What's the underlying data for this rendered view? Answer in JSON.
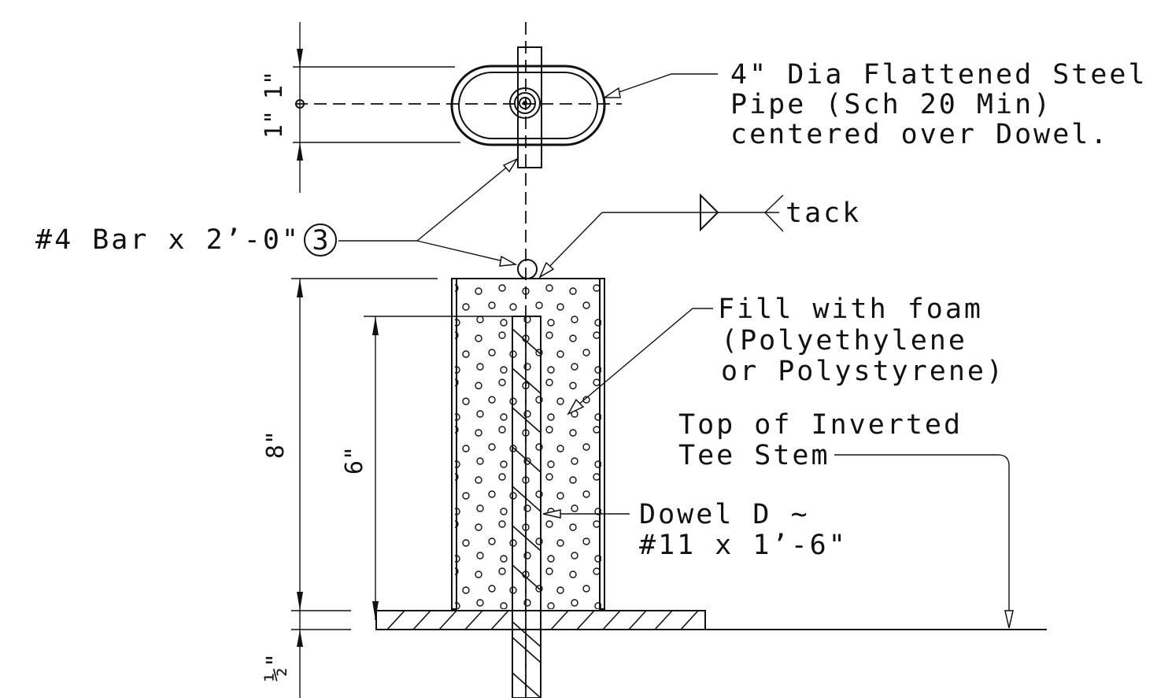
{
  "labels": {
    "pipe_line1": "4\" Dia Flattened Steel",
    "pipe_line2": "Pipe (Sch 20 Min)",
    "pipe_line3": "centered over Dowel.",
    "bar": "#4 Bar x 2’-0\"",
    "bar_mark": "3",
    "tack": "tack",
    "foam_line1": "Fill with foam",
    "foam_line2": "(Polyethylene",
    "foam_line3": "or Polystyrene)",
    "tee_line1": "Top of Inverted",
    "tee_line2": "Tee Stem",
    "dowel_line1": "Dowel D ~",
    "dowel_line2": "#11 x 1’-6\""
  },
  "dimensions": {
    "pipe_upper": "1\"",
    "pipe_lower": "1\"",
    "height_overall": "8\"",
    "height_dowel": "6\"",
    "recess": "½\""
  }
}
